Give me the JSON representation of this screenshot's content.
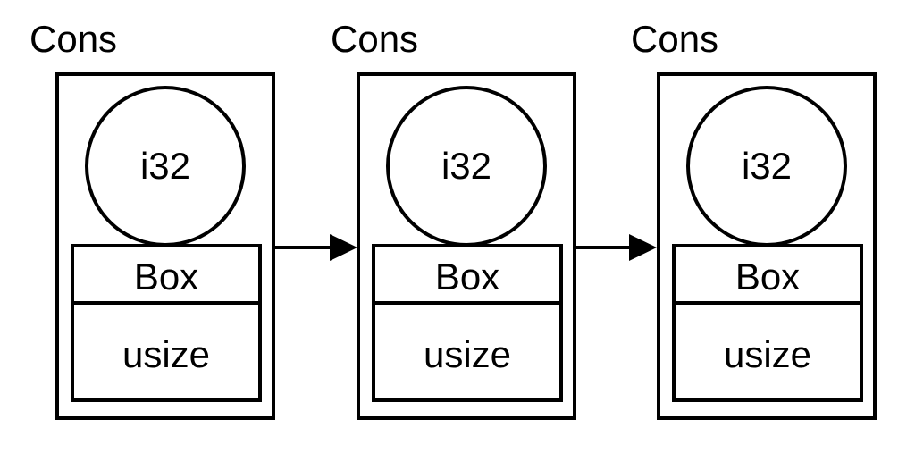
{
  "diagram": {
    "description": "Cons list of boxed values",
    "background_color": "#ffffff",
    "stroke_color": "#000000",
    "nodes": [
      {
        "label": "Cons",
        "value": "i32",
        "box_label": "Box",
        "pointer_label": "usize"
      },
      {
        "label": "Cons",
        "value": "i32",
        "box_label": "Box",
        "pointer_label": "usize"
      },
      {
        "label": "Cons",
        "value": "i32",
        "box_label": "Box",
        "pointer_label": "usize"
      }
    ],
    "arrows": [
      {
        "from": 0,
        "to": 1,
        "direction": "right"
      },
      {
        "from": 1,
        "to": 2,
        "direction": "right"
      }
    ]
  }
}
